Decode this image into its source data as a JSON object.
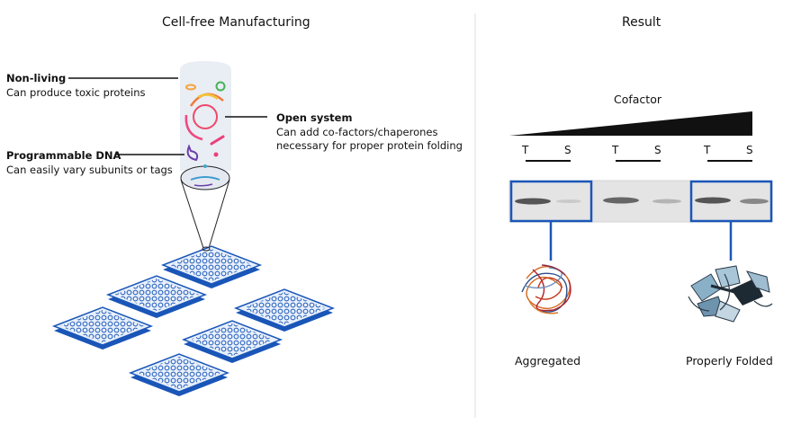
{
  "left": {
    "title": "Cell-free Manufacturing",
    "annotations": {
      "non_living_title": "Non-living",
      "non_living_desc": "Can produce toxic proteins",
      "programmable_title": "Programmable DNA",
      "programmable_desc": "Can easily vary subunits or tags",
      "open_system_title": "Open system",
      "open_system_desc_1": "Can add co-factors/chaperones",
      "open_system_desc_2": "necessary for proper protein folding"
    }
  },
  "right": {
    "title": "Result",
    "cofactor_label": "Cofactor",
    "lanes": [
      {
        "t": "T",
        "s": "S"
      },
      {
        "t": "T",
        "s": "S"
      },
      {
        "t": "T",
        "s": "S"
      }
    ],
    "outcomes": {
      "aggregated": "Aggregated",
      "properly_folded": "Properly Folded"
    }
  },
  "colors": {
    "accent_blue": "#1a56b8",
    "plate_fill": "#e8f0fb"
  }
}
